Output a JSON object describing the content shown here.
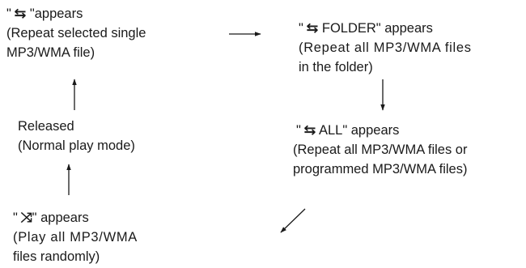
{
  "nodes": {
    "repeat_single": {
      "prefix": "\" ",
      "symbol": "⇆",
      "suffix": " \"appears",
      "lines": [
        "(Repeat selected single",
        "MP3/WMA file)"
      ]
    },
    "repeat_folder": {
      "prefix": "\" ",
      "symbol": "⇆",
      "suffix": " FOLDER\" appears",
      "lines": [
        "(Repeat all MP3/WMA files",
        "in the folder)"
      ]
    },
    "repeat_all": {
      "prefix": "\" ",
      "symbol": "⇆",
      "suffix": " ALL\" appears",
      "lines": [
        "(Repeat all MP3/WMA files or",
        "programmed MP3/WMA files)"
      ]
    },
    "random": {
      "prefix": "\" ",
      "symbol": "⤨",
      "suffix": "\" appears",
      "lines": [
        "(Play all MP3/WMA",
        "files randomly)"
      ]
    },
    "released": {
      "lines": [
        "Released",
        "(Normal play mode)"
      ]
    }
  }
}
